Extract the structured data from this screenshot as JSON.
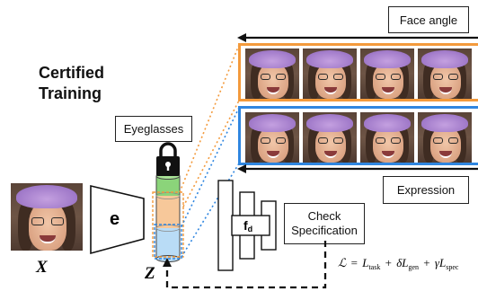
{
  "header": {
    "title_line1": "Certified",
    "title_line2": "Training"
  },
  "labels": {
    "face_angle": "Face angle",
    "eyeglasses": "Eyeglasses",
    "expression": "Expression",
    "check_spec_line1": "Check",
    "check_spec_line2": "Specification"
  },
  "symbols": {
    "input": "X",
    "encoder": "e",
    "latent": "Z",
    "decoder_base": "f",
    "decoder_sub": "d"
  },
  "formula": {
    "lhs": "ℒ",
    "eq": "=",
    "term1_base": "L",
    "term1_sub": "task",
    "plus1": "+",
    "term2_coef": "δ",
    "term2_base": "L",
    "term2_sub": "gen",
    "plus2": "+",
    "term3_coef": "γ",
    "term3_base": "L",
    "term3_sub": "spec"
  },
  "colors": {
    "orange": "#f39a3c",
    "blue": "#2f86e0",
    "green": "#8bd47a",
    "latent_orange": "#f7c89a",
    "latent_blue": "#b9dcf6",
    "lock": "#111111"
  },
  "icons": {
    "lock": "lock-icon"
  }
}
